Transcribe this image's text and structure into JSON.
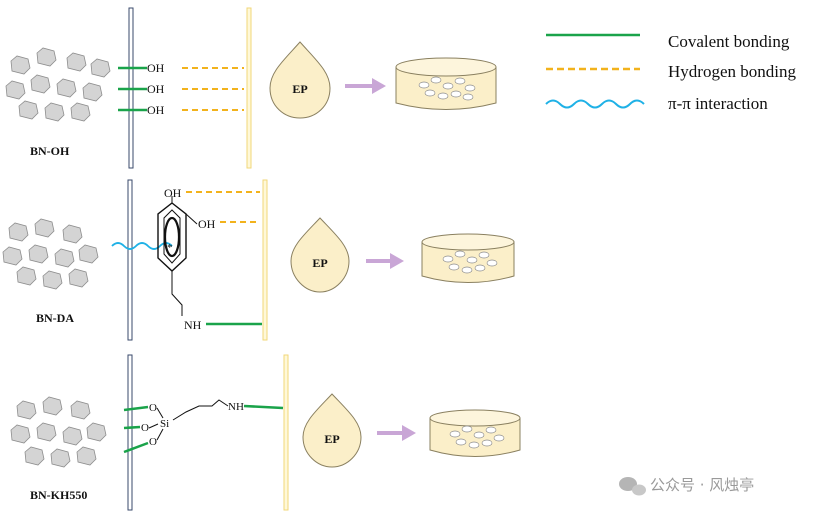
{
  "legend": {
    "covalent": "Covalent bonding",
    "hydrogen": "Hydrogen bonding",
    "pipi": "π-π interaction"
  },
  "colors": {
    "covalent": "#1aa34a",
    "hydrogen": "#f2b21c",
    "pipi": "#1fb1e6",
    "arrow": "#c9a6d6",
    "drop_fill": "#fbefc9",
    "drop_stroke": "#8a8060",
    "flake_fill": "#d4d4d4",
    "flake_stroke": "#8e8e8e",
    "bn_wall": "#3a4a6b",
    "ep_wall": "#f1d77a"
  },
  "panels": [
    {
      "id": "bn-oh",
      "label": "BN-OH",
      "groups": [
        "OH",
        "OH",
        "OH"
      ],
      "drop_label": "EP"
    },
    {
      "id": "bn-da",
      "label": "BN-DA",
      "groups": [
        "OH",
        "OH",
        "NH"
      ],
      "drop_label": "EP"
    },
    {
      "id": "bn-kh550",
      "label": "BN-KH550",
      "groups": [
        "O",
        "O",
        "O",
        "Si",
        "NH"
      ],
      "drop_label": "EP"
    }
  ],
  "watermark": "公众号 · 风烛亭"
}
